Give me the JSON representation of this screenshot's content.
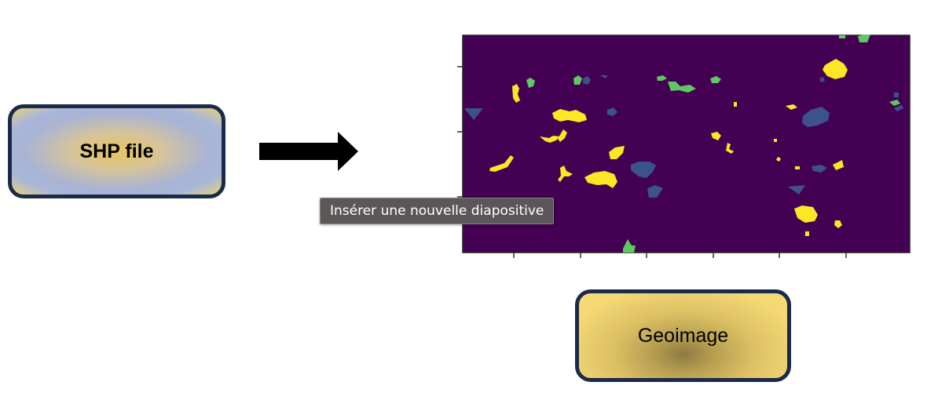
{
  "nodes": {
    "source": {
      "label": "SHP file"
    },
    "target": {
      "label": "Geoimage"
    }
  },
  "tooltip": {
    "text": "Insérer une nouvelle diapositive"
  },
  "colors": {
    "node_border": "#1c2a4a",
    "arrow": "#000000",
    "raster_background": "#440154",
    "class_yellow": "#fde725",
    "class_green": "#5ec962",
    "class_blue": "#3b528b",
    "tooltip_background": "#5b5757"
  },
  "raster": {
    "colormap": "viridis",
    "class_count": 4,
    "y_tick_count": 3,
    "x_tick_count": 6,
    "tick_labels_visible": false
  }
}
